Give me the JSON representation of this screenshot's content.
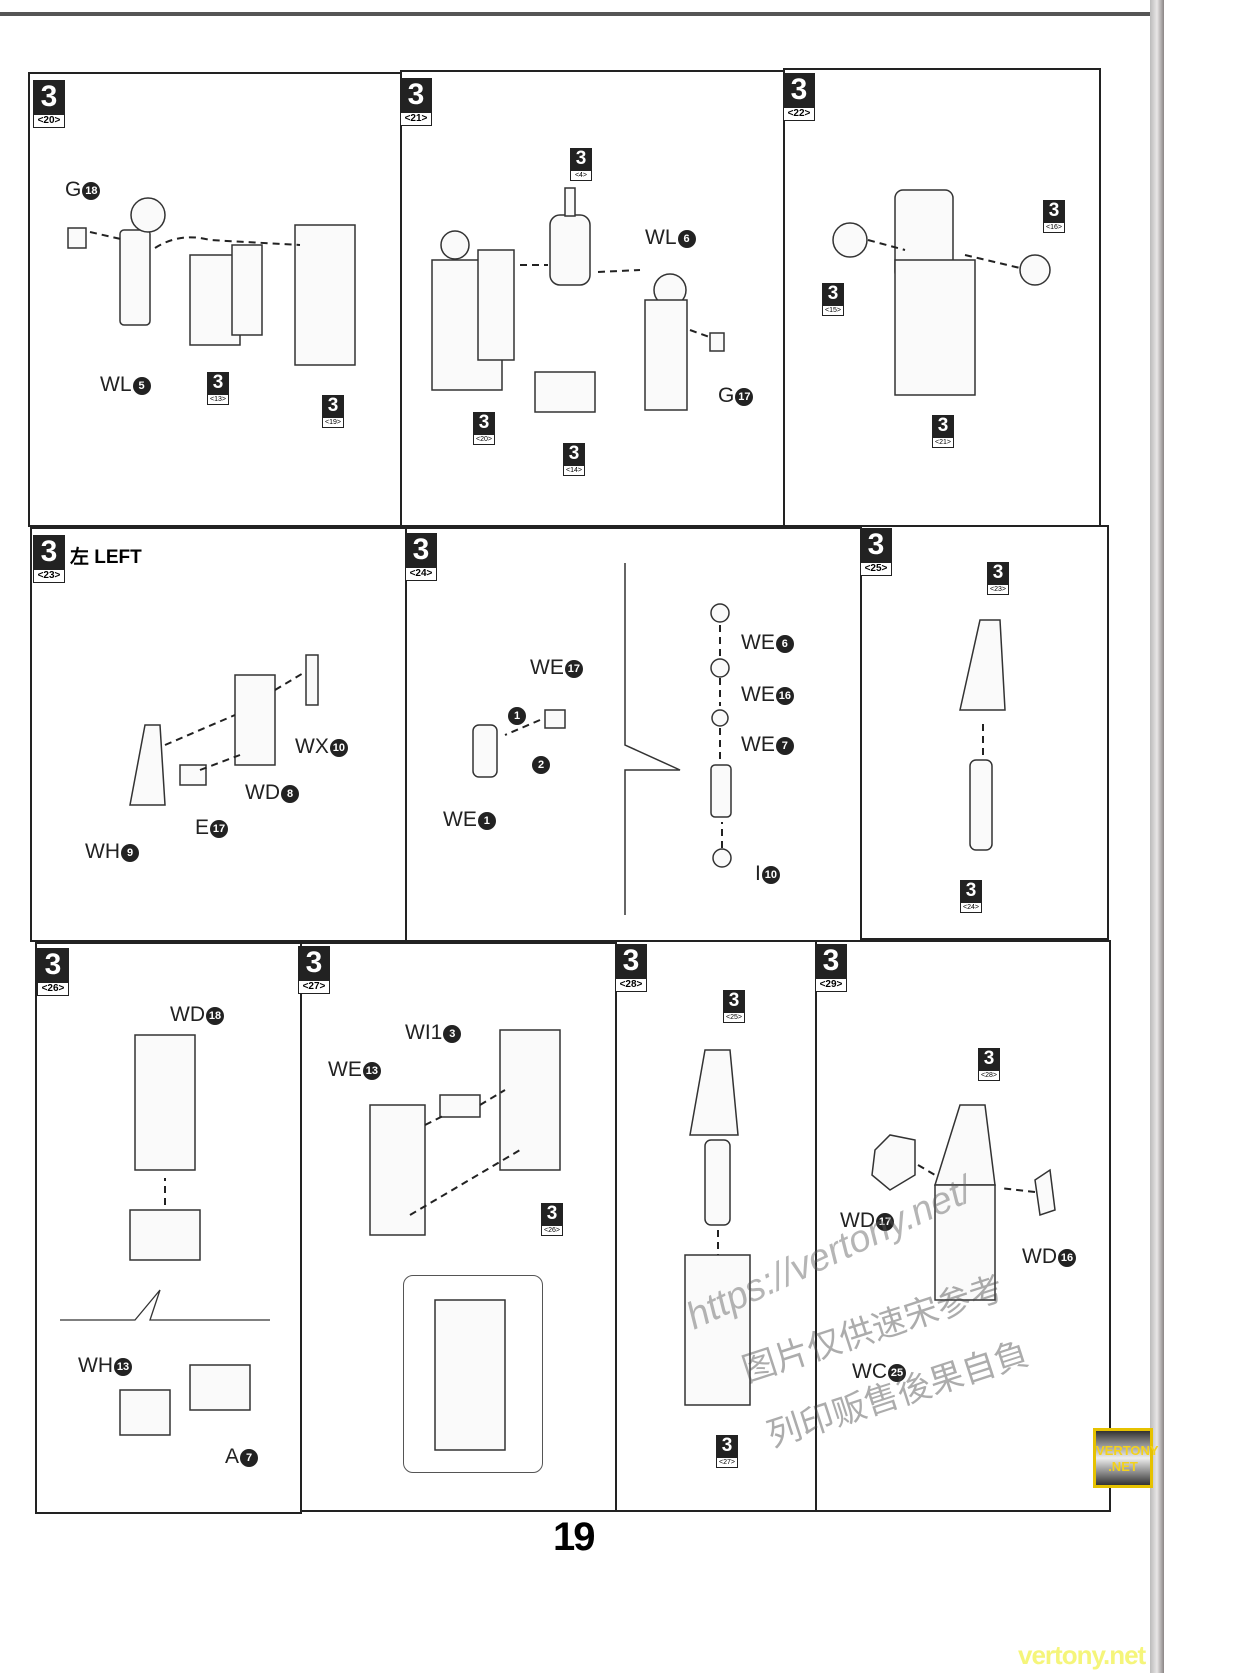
{
  "page_number": "19",
  "panels": [
    {
      "step": "3",
      "sub": "<20>",
      "labels": {
        "g18": "G",
        "g18n": "18",
        "wl5": "WL",
        "wl5n": "5"
      },
      "refs": [
        {
          "step": "3",
          "sub": "<13>"
        },
        {
          "step": "3",
          "sub": "<19>"
        }
      ]
    },
    {
      "step": "3",
      "sub": "<21>",
      "labels": {
        "wl6": "WL",
        "wl6n": "6",
        "g17": "G",
        "g17n": "17"
      },
      "refs": [
        {
          "step": "3",
          "sub": "<4>"
        },
        {
          "step": "3",
          "sub": "<20>"
        },
        {
          "step": "3",
          "sub": "<14>"
        }
      ]
    },
    {
      "step": "3",
      "sub": "<22>",
      "refs": [
        {
          "step": "3",
          "sub": "<15>"
        },
        {
          "step": "3",
          "sub": "<21>"
        },
        {
          "step": "3",
          "sub": "<16>"
        }
      ]
    },
    {
      "step": "3",
      "sub": "<23>",
      "side": "左 LEFT",
      "labels": {
        "wx": "WX",
        "wxn": "10",
        "wd": "WD",
        "wdn": "8",
        "e": "E",
        "en": "17",
        "wh": "WH",
        "whn": "9"
      }
    },
    {
      "step": "3",
      "sub": "<24>",
      "labels": {
        "we17": "WE",
        "we17n": "17",
        "we1": "WE",
        "we1n": "1",
        "s1": "1",
        "s2": "2",
        "we6": "WE",
        "we6n": "6",
        "we16": "WE",
        "we16n": "16",
        "we7": "WE",
        "we7n": "7",
        "i10": "I",
        "i10n": "10"
      }
    },
    {
      "step": "3",
      "sub": "<25>",
      "refs": [
        {
          "step": "3",
          "sub": "<23>"
        },
        {
          "step": "3",
          "sub": "<24>"
        }
      ]
    },
    {
      "step": "3",
      "sub": "<26>",
      "labels": {
        "wd18": "WD",
        "wd18n": "18",
        "wh13": "WH",
        "wh13n": "13",
        "a7": "A",
        "a7n": "7"
      }
    },
    {
      "step": "3",
      "sub": "<27>",
      "labels": {
        "wi13": "WI1",
        "wi13n": "3",
        "we13": "WE",
        "we13n": "13"
      },
      "refs": [
        {
          "step": "3",
          "sub": "<26>"
        }
      ]
    },
    {
      "step": "3",
      "sub": "<28>",
      "refs": [
        {
          "step": "3",
          "sub": "<25>"
        },
        {
          "step": "3",
          "sub": "<27>"
        }
      ]
    },
    {
      "step": "3",
      "sub": "<29>",
      "labels": {
        "wd17": "WD",
        "wd17n": "17",
        "wd16": "WD",
        "wd16n": "16",
        "wc25": "WC",
        "wc25n": "25"
      },
      "refs": [
        {
          "step": "3",
          "sub": "<28>"
        }
      ]
    }
  ],
  "watermark": {
    "url": "https://vertony.net/",
    "line1": "图片仅供速宋参考",
    "line2": "列印贩售後果自負",
    "logo_line1": "VERTONY",
    "logo_line2": ".NET",
    "footer": "vertony.net"
  }
}
